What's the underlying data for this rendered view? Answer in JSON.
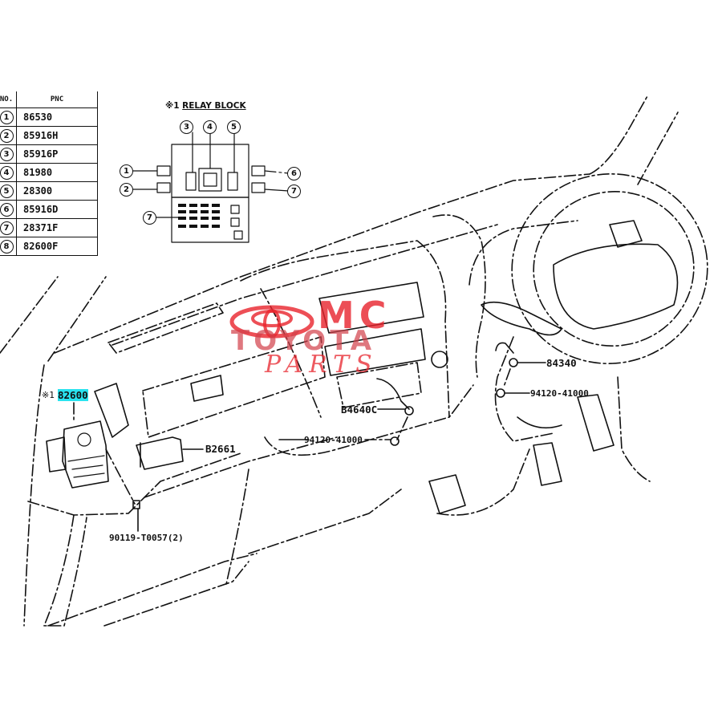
{
  "pnc_table": {
    "headers": {
      "no": "NO.",
      "pnc": "PNC"
    },
    "rows": [
      {
        "no": "1",
        "pnc": "86530"
      },
      {
        "no": "2",
        "pnc": "85916H"
      },
      {
        "no": "3",
        "pnc": "85916P"
      },
      {
        "no": "4",
        "pnc": "81980"
      },
      {
        "no": "5",
        "pnc": "28300"
      },
      {
        "no": "6",
        "pnc": "85916D"
      },
      {
        "no": "7",
        "pnc": "28371F"
      },
      {
        "no": "8",
        "pnc": "82600F"
      }
    ]
  },
  "relay_block": {
    "mark": "※1",
    "title": "RELAY BLOCK",
    "callouts": [
      "1",
      "2",
      "3",
      "4",
      "5",
      "6",
      "7",
      "7"
    ]
  },
  "part_labels": {
    "relay_block_mark": "※1",
    "relay_block_pnc": "82600",
    "screw": "90119-T0057(2)",
    "module": "B2661",
    "nut_center": "94120-41000",
    "sensor_center": "B4640C",
    "sensor_right": "84340",
    "nut_right": "94120-41000"
  },
  "watermark": {
    "line1": "MC",
    "line2": "TOYOTA",
    "line3": "PARTS",
    "color": "#e8232c"
  },
  "colors": {
    "highlight": "#29e3ef",
    "line": "#111111"
  }
}
